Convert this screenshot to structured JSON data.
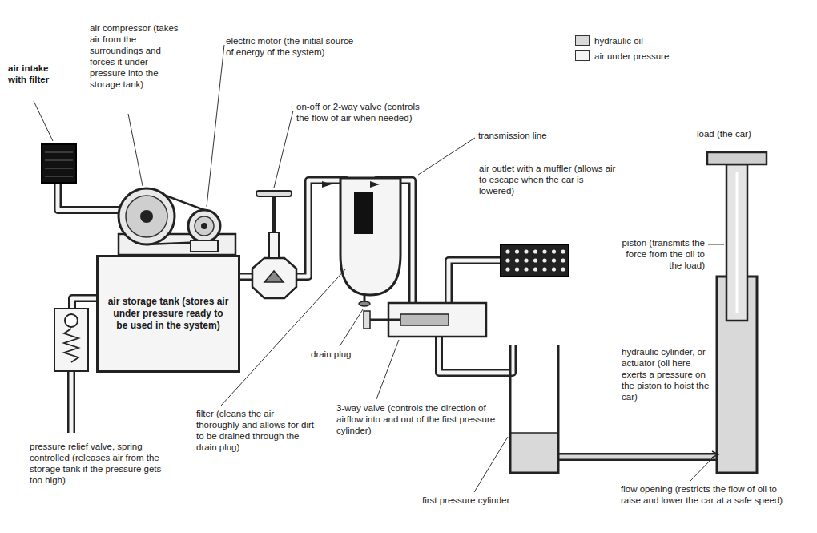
{
  "diagram": {
    "nodes": [
      {
        "text": [
          "air storage tank (stores air under pressure ready to be used in the system)"
        ]
      }
    ],
    "labels": [
      "air intake with filter",
      "air compressor (takes air from the surroundings and forces it under pressure into the storage tank)",
      "electric motor (the initial source of energy of the system)",
      "on-off or 2-way valve (controls the flow of air when needed)",
      "transmission line",
      "air outlet with a muffler (allows air to escape when the car is lowered)",
      "load (the car)",
      "piston (transmits the force from the oil to the load)",
      "hydraulic cylinder, or actuator (oil here exerts a pressure on the piston to hoist the car)",
      "drain plug",
      "pressure relief valve, spring controlled (releases air from the storage tank if the pressure gets too high)",
      "filter (cleans the air thoroughly and allows for dirt to be drained through the drain plug)",
      "3-way valve (controls the direction of airflow into and out of the first pressure cylinder)",
      "first pressure cylinder",
      "flow opening (restricts the flow of oil to raise and lower the car at a safe speed)"
    ],
    "legend": [
      {
        "text": "hydraulic oil",
        "color": "#d9d9d9"
      },
      {
        "text": "air under pressure",
        "color": "#f5f5f5"
      }
    ]
  }
}
